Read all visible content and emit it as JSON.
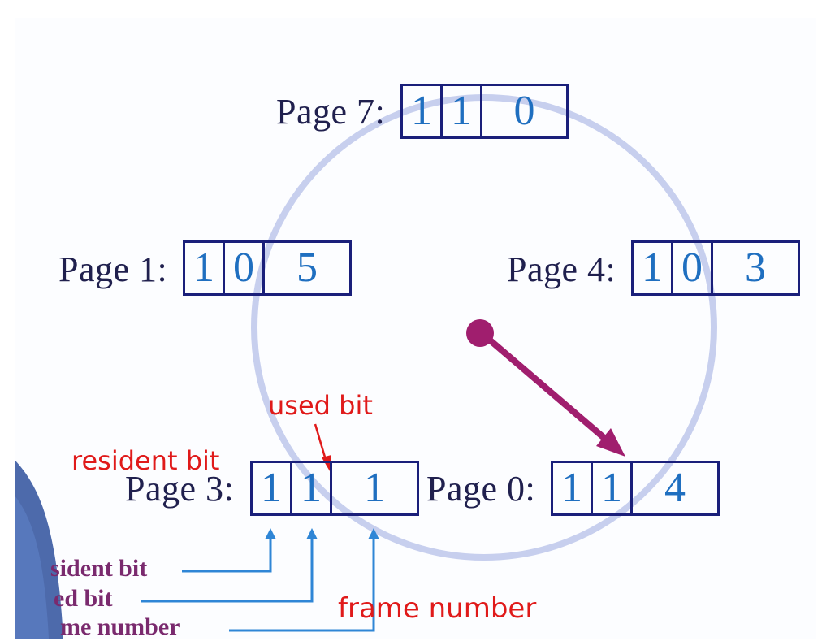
{
  "pages": [
    {
      "id": "page-7",
      "label": "Page 7:",
      "resident": "1",
      "used": "1",
      "frame": "0"
    },
    {
      "id": "page-1",
      "label": "Page 1:",
      "resident": "1",
      "used": "0",
      "frame": "5"
    },
    {
      "id": "page-4",
      "label": "Page 4:",
      "resident": "1",
      "used": "0",
      "frame": "3"
    },
    {
      "id": "page-3",
      "label": "Page 3:",
      "resident": "1",
      "used": "1",
      "frame": "1"
    },
    {
      "id": "page-0",
      "label": "Page 0:",
      "resident": "1",
      "used": "1",
      "frame": "4"
    }
  ],
  "annotations": {
    "used_bit": "used bit",
    "resident_bit": "resident bit",
    "frame_number": "frame number"
  },
  "legend": {
    "resident": "sident bit",
    "used": "ed bit",
    "frame": "me number"
  },
  "colors": {
    "ring": "#c7cfee",
    "box_border": "#1a1f7a",
    "digit": "#1f6fc0",
    "label": "#20204e",
    "hand": "#a01e6e",
    "annotation": "#e01a1a",
    "legend_arrow": "#2f86d6",
    "legend_text": "#7a2a6e"
  }
}
